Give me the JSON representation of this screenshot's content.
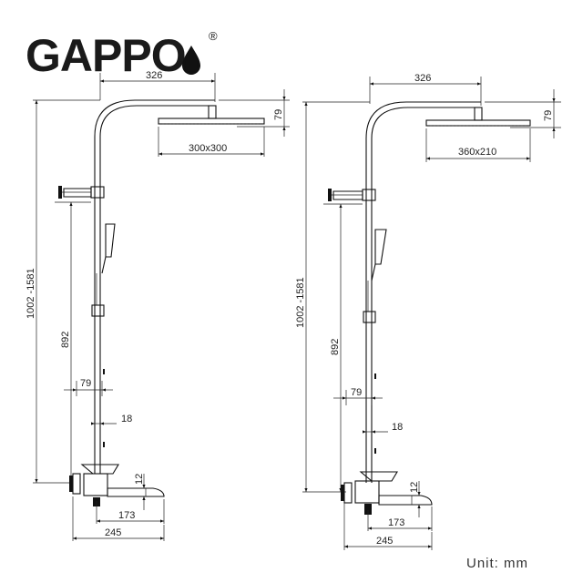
{
  "brand": {
    "name": "GAPPO",
    "registered_mark": "®"
  },
  "left_drawing": {
    "arm_reach": "326",
    "head_height": "79",
    "head_size": "300x300",
    "height_range": "1002 -1581",
    "bar_height": "892",
    "mixer_depth": "79",
    "bar_diameter": "18",
    "spout_height": "12",
    "spout_length": "173",
    "overall_length": "245"
  },
  "right_drawing": {
    "arm_reach": "326",
    "head_height": "79",
    "head_size": "360x210",
    "height_range": "1002 -1581",
    "bar_height": "892",
    "mixer_depth": "79",
    "bar_diameter": "18",
    "spout_height": "12",
    "spout_length": "173",
    "overall_length": "245"
  },
  "unit_label": "Unit:  mm",
  "colors": {
    "ink": "#111111",
    "background": "#ffffff"
  }
}
